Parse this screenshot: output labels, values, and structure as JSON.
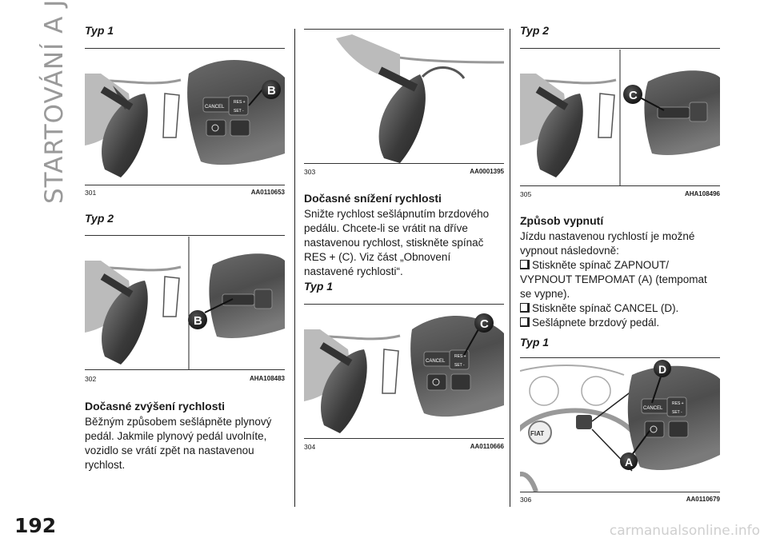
{
  "page": {
    "section_title": "STARTOVÁNÍ A JÍZDA",
    "page_number": "192",
    "watermark": "carmanualsonline.info"
  },
  "figures": {
    "f301": {
      "type_label": "Typ 1",
      "number": "301",
      "code": "AA0110653",
      "callouts": [
        "B"
      ],
      "button_labels": [
        "CANCEL",
        "RES +",
        "SET -"
      ]
    },
    "f302": {
      "type_label": "Typ 2",
      "number": "302",
      "code": "AHA108483",
      "callouts": [
        "B"
      ]
    },
    "f303": {
      "number": "303",
      "code": "AA0001395"
    },
    "f304": {
      "type_label": "Typ 1",
      "number": "304",
      "code": "AA0110666",
      "callouts": [
        "C"
      ],
      "button_labels": [
        "CANCEL",
        "RES +",
        "SET -"
      ]
    },
    "f305": {
      "type_label": "Typ 2",
      "number": "305",
      "code": "AHA108496",
      "callouts": [
        "C"
      ]
    },
    "f306": {
      "type_label": "Typ 1",
      "number": "306",
      "code": "AA0110679",
      "callouts": [
        "D",
        "A"
      ],
      "button_labels": [
        "CANCEL",
        "RES +",
        "SET -"
      ],
      "logo": "FIAT"
    }
  },
  "sections": {
    "increase": {
      "heading": "Dočasné zvýšení rychlosti",
      "lines": [
        "Běžným způsobem sešlápněte plynový",
        "pedál. Jakmile plynový pedál uvolníte,",
        "vozidlo se vrátí zpět na nastavenou",
        "rychlost."
      ]
    },
    "decrease": {
      "heading": "Dočasné snížení rychlosti",
      "lines": [
        "Snižte rychlost sešlápnutím brzdového",
        "pedálu. Chcete-li se vrátit na dříve",
        "nastavenou rychlost, stiskněte spínač",
        "RES + (C). Viz část „Obnovení",
        "nastavené rychlosti“."
      ]
    },
    "disable": {
      "heading": "Způsob vypnutí",
      "lines": [
        "Jízdu nastavenou rychlostí je možné",
        "vypnout následovně:"
      ],
      "bullets": [
        [
          "Stiskněte spínač ZAPNOUT/",
          "VYPNOUT TEMPOMAT (A) (tempomat",
          "se vypne)."
        ],
        [
          "Stiskněte spínač CANCEL (D)."
        ],
        [
          "Sešlápnete brzdový pedál."
        ]
      ]
    }
  }
}
